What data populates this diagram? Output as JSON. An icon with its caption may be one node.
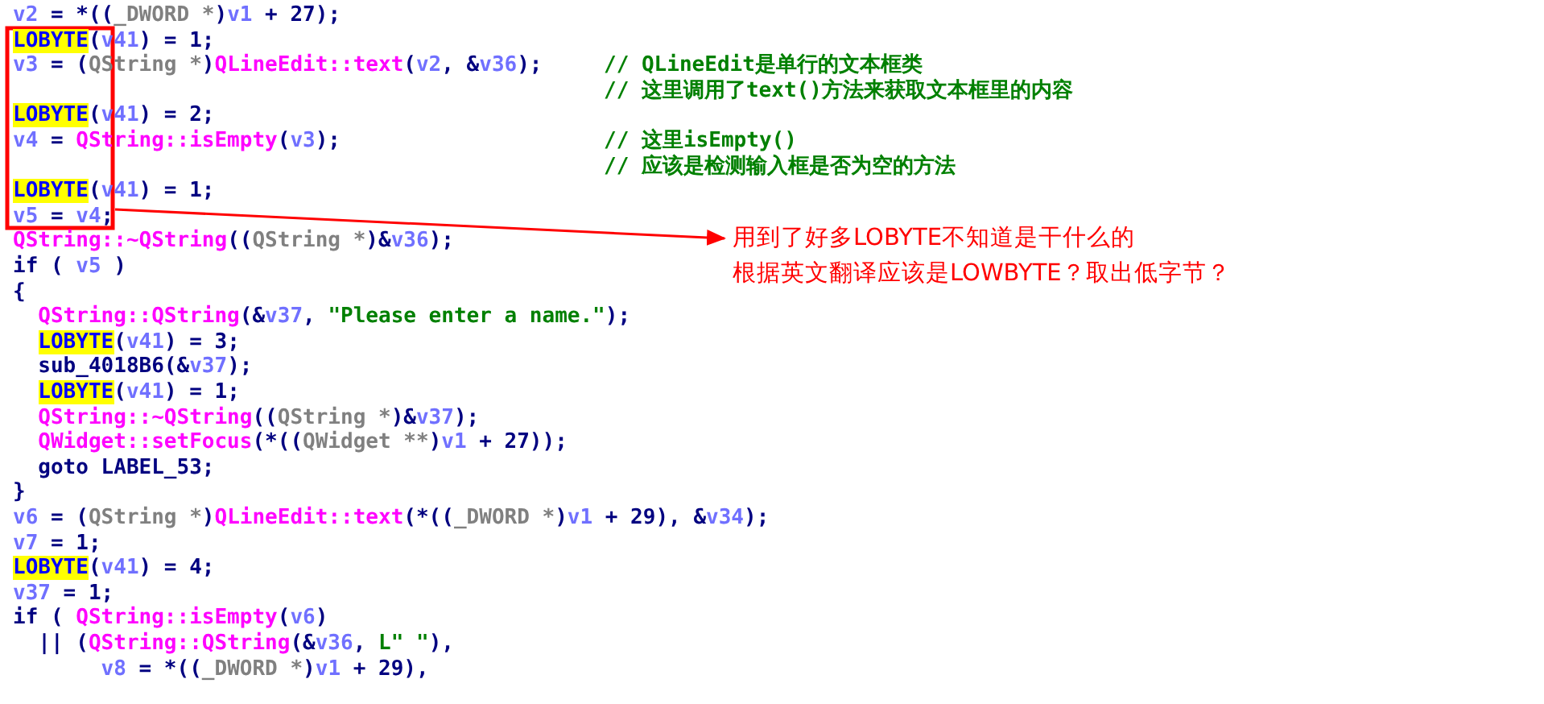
{
  "diagram": {
    "nodes": [
      {
        "text": [],
        "shape": "box"
      },
      {
        "text": [
          "用到了好多LOBYTE不知道是干什么的",
          "根据英文翻译应该是LOWBYTE？取出低字节？"
        ]
      }
    ],
    "edges": [
      {
        "from": 0,
        "to": 1,
        "arrow": "to",
        "color": "#ff0000"
      }
    ],
    "labels": [
      "v2 = *((_DWORD *)v1 + 27);",
      "LOBYTE(v41) = 1;",
      "v3 = (QString *)QLineEdit::text(v2, &v36);",
      "// QLineEdit是单行的文本框类",
      "// 这里调用了text()方法来获取文本框里的内容",
      "LOBYTE(v41) = 2;",
      "v4 = QString::isEmpty(v3);",
      "// 这里isEmpty()",
      "// 应该是检测输入框是否为空的方法",
      "LOBYTE(v41) = 1;",
      "v5 = v4;",
      "QString::~QString((QString *)&v36);",
      "if ( v5 )",
      "{",
      "  QString::QString(&v37, \"Please enter a name.\");",
      "  LOBYTE(v41) = 3;",
      "  sub_4018B6(&v37);",
      "  LOBYTE(v41) = 1;",
      "  QString::~QString((QString *)&v37);",
      "  QWidget::setFocus(*((QWidget **)v1 + 27));",
      "  goto LABEL_53;",
      "}",
      "v6 = (QString *)QLineEdit::text(*((_DWORD *)v1 + 29), &v34);",
      "v7 = 1;",
      "LOBYTE(v41) = 4;",
      "v37 = 1;",
      "if ( QString::isEmpty(v6)",
      "  || (QString::QString(&v36, L\" \"),",
      "       v8 = *((_DWORD *)v1 + 29),"
    ]
  }
}
